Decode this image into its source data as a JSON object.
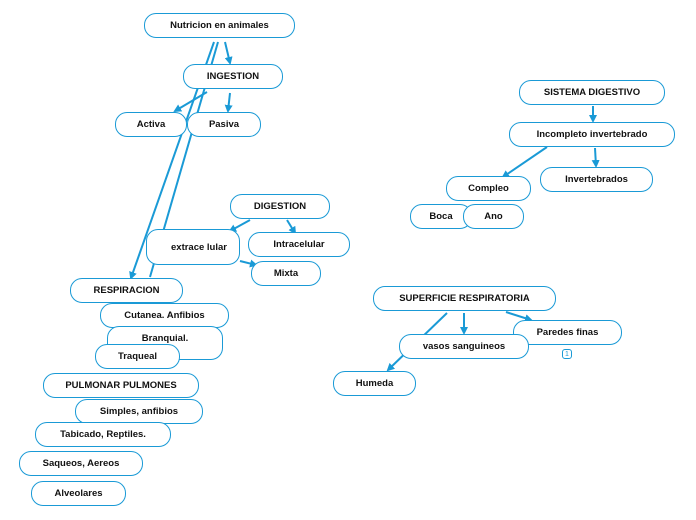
{
  "accent": "#1a9ad6",
  "nodes": {
    "nutricion": "Nutricion en animales",
    "ingestion": "INGESTION",
    "activa": "Activa",
    "pasiva": "Pasiva",
    "digestion": "DIGESTION",
    "extracelular": "extrace lular",
    "intracelular": "Intracelular",
    "mixta": "Mixta",
    "respiracion": "RESPIRACION",
    "cutanea": "Cutanea. Anfibios",
    "branquial": "Branquial.",
    "traqueal": "Traqueal",
    "pulmonar": "PULMONAR PULMONES",
    "simples": "Simples, anfibios",
    "tabicado": "Tabicado, Reptiles.",
    "saqueos": "Saqueos, Aereos",
    "alveolares": "Alveolares",
    "sistema_digestivo": "SISTEMA DIGESTIVO",
    "incompleto": "Incompleto invertebrado",
    "invertebrados": "Invertebrados",
    "compleo": "Compleo",
    "boca": "Boca",
    "ano": "Ano",
    "superficie": "SUPERFICIE RESPIRATORIA",
    "paredes": "Paredes finas",
    "vasos": "vasos sanguineos",
    "humeda": "Humeda"
  },
  "badge_count": "1"
}
